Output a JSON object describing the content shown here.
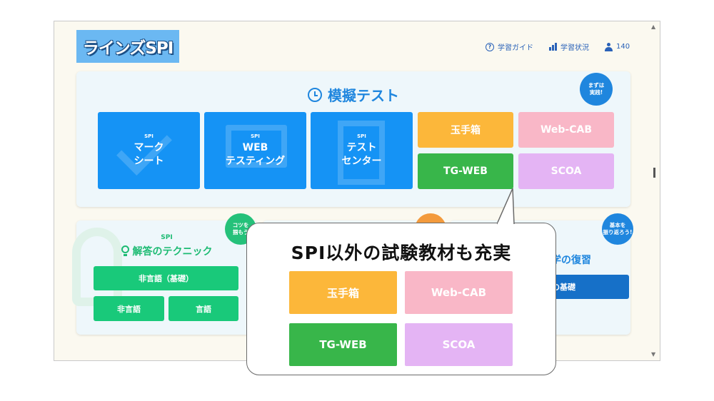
{
  "header": {
    "logo": "ラインズSPI",
    "nav": {
      "guide": "学習ガイド",
      "status": "学習状況",
      "user_count": "140"
    }
  },
  "mock_test": {
    "title": "模擬テスト",
    "badge": [
      "まずは",
      "実践!"
    ],
    "spi_tiles": [
      {
        "small": "SPI",
        "line1": "マーク",
        "line2": "シート"
      },
      {
        "small": "SPI",
        "line1": "WEB",
        "line2": "テスティング"
      },
      {
        "small": "SPI",
        "line1": "テスト",
        "line2": "センター"
      }
    ],
    "other_tiles": [
      "玉手箱",
      "Web-CAB",
      "TG-WEB",
      "SCOA"
    ]
  },
  "technique": {
    "small": "SPI",
    "title": "解答のテクニック",
    "badge": [
      "コツを",
      "掴もう"
    ],
    "buttons": [
      "非言語（基礎）",
      "非言語",
      "言語"
    ]
  },
  "basics": {
    "badge": [
      "基本を",
      "振り返ろう!"
    ],
    "title_fragment": "学の復習",
    "button_fragment": "の基礎"
  },
  "callout": {
    "title": "SPI以外の試験教材も充実",
    "tiles": [
      "玉手箱",
      "Web-CAB",
      "TG-WEB",
      "SCOA"
    ]
  },
  "colors": {
    "primary_blue": "#1593f5",
    "orange": "#fcb73a",
    "pink": "#f9b7c7",
    "green": "#38b64a",
    "purple": "#e4b4f4",
    "tech_green": "#19c97a"
  }
}
